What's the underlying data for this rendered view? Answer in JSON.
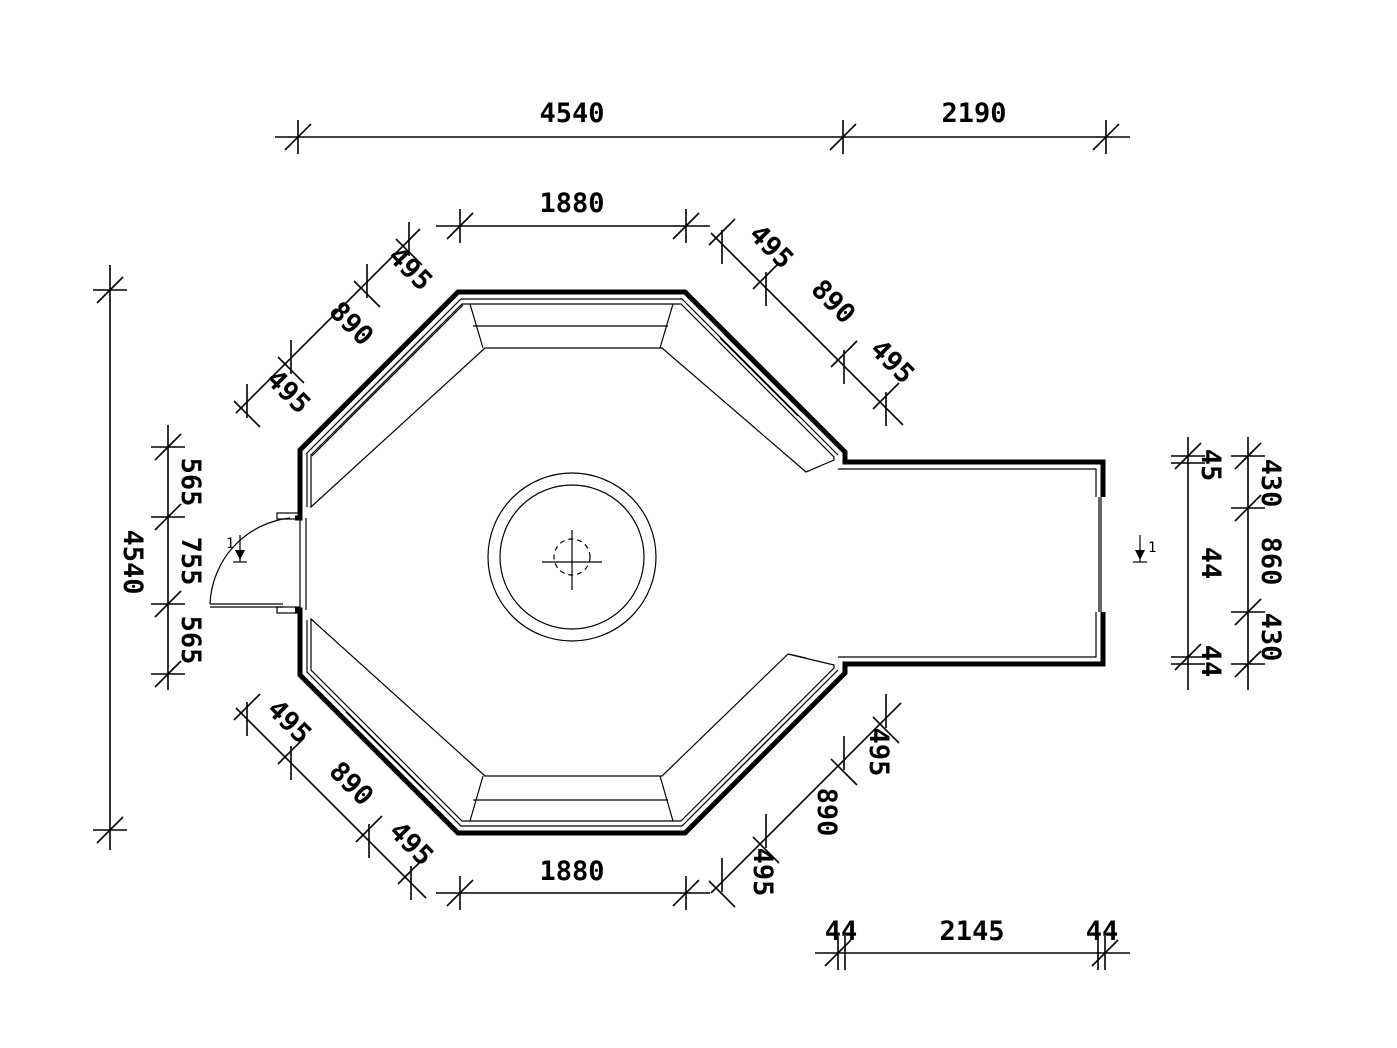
{
  "drawing": {
    "top_dims": [
      "4540",
      "2190"
    ],
    "left_dims": [
      "4540",
      "565",
      "755",
      "565"
    ],
    "right_inner_dims": [
      "45",
      "44",
      "44"
    ],
    "right_outer_dims": [
      "430",
      "860",
      "430"
    ],
    "top_wall_dims": [
      "1880",
      "495",
      "890",
      "495",
      "495",
      "890",
      "495"
    ],
    "bottom_wall_dims": [
      "1880",
      "495",
      "890",
      "495",
      "495",
      "890",
      "495"
    ],
    "bottom_dims": [
      "44",
      "2145",
      "44"
    ],
    "section_marker_label": "1"
  }
}
